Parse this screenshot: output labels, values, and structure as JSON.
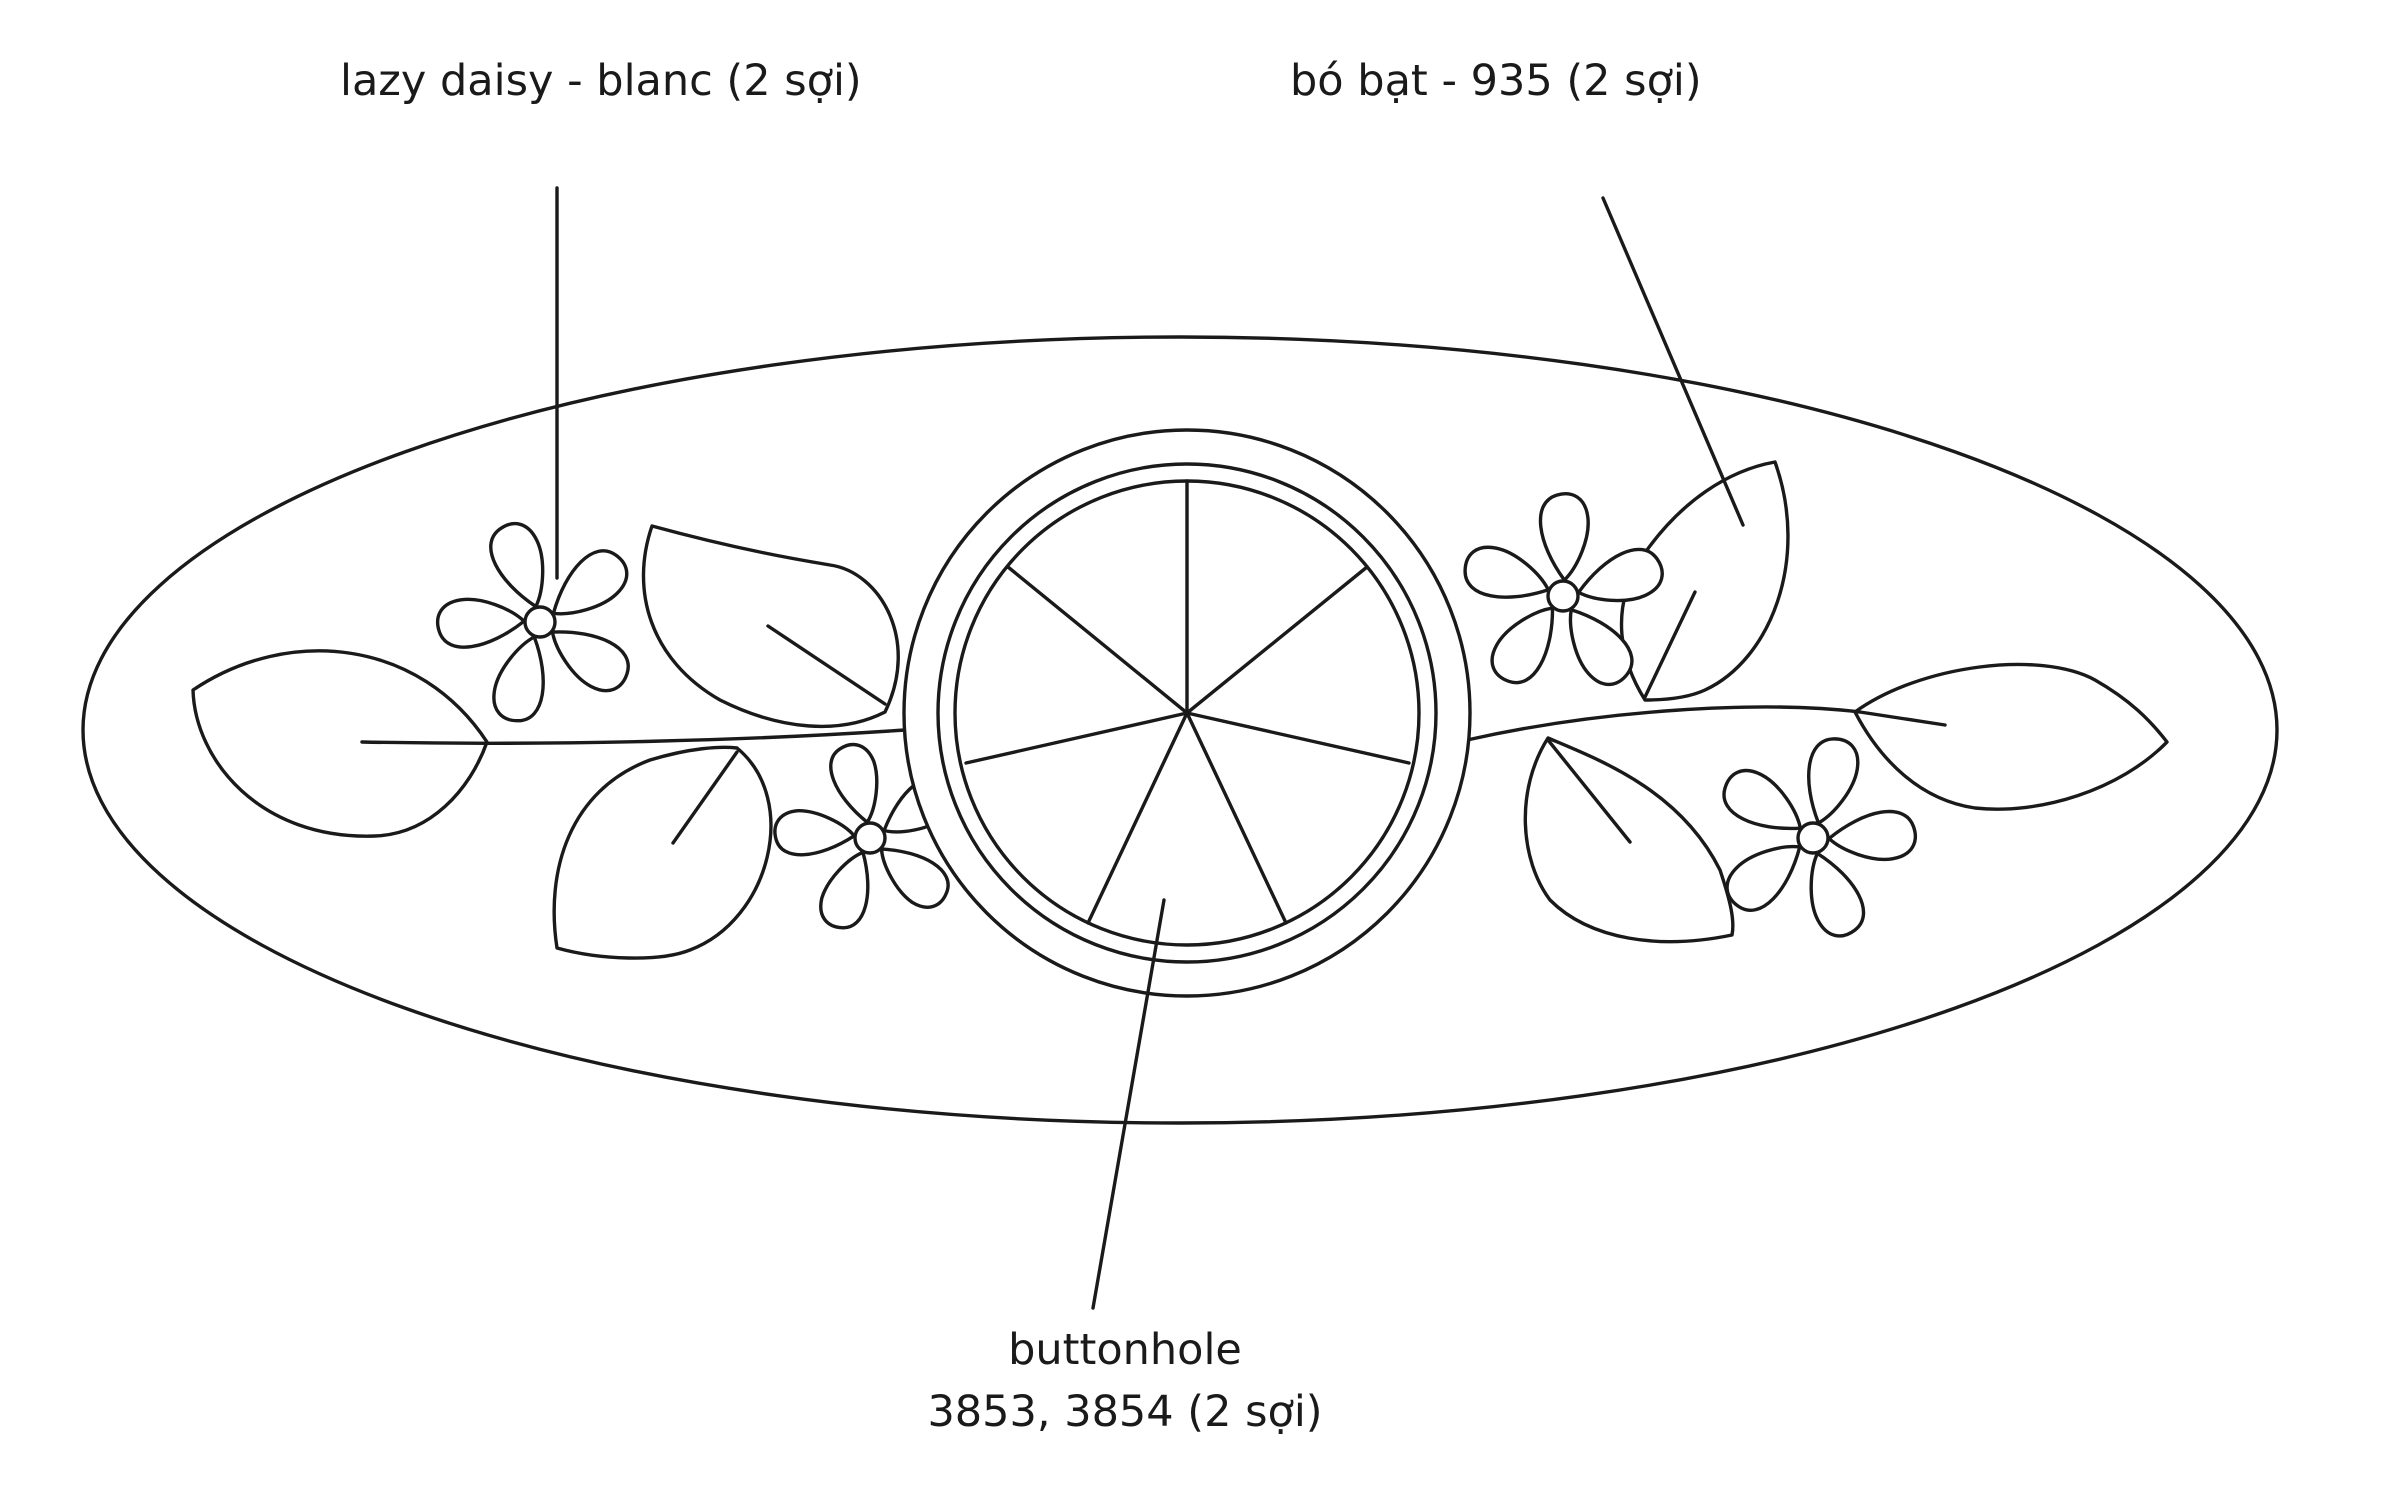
{
  "labels": {
    "lazy_daisy": "lazy daisy - blanc  (2 sợi)",
    "bo_bat": "bó bạt - 935 (2 sợi)",
    "buttonhole_line1": "buttonhole",
    "buttonhole_line2": "3853, 3854 (2 sợi)"
  },
  "colors": {
    "line": "#1a1a1a",
    "background": "#ffffff"
  }
}
